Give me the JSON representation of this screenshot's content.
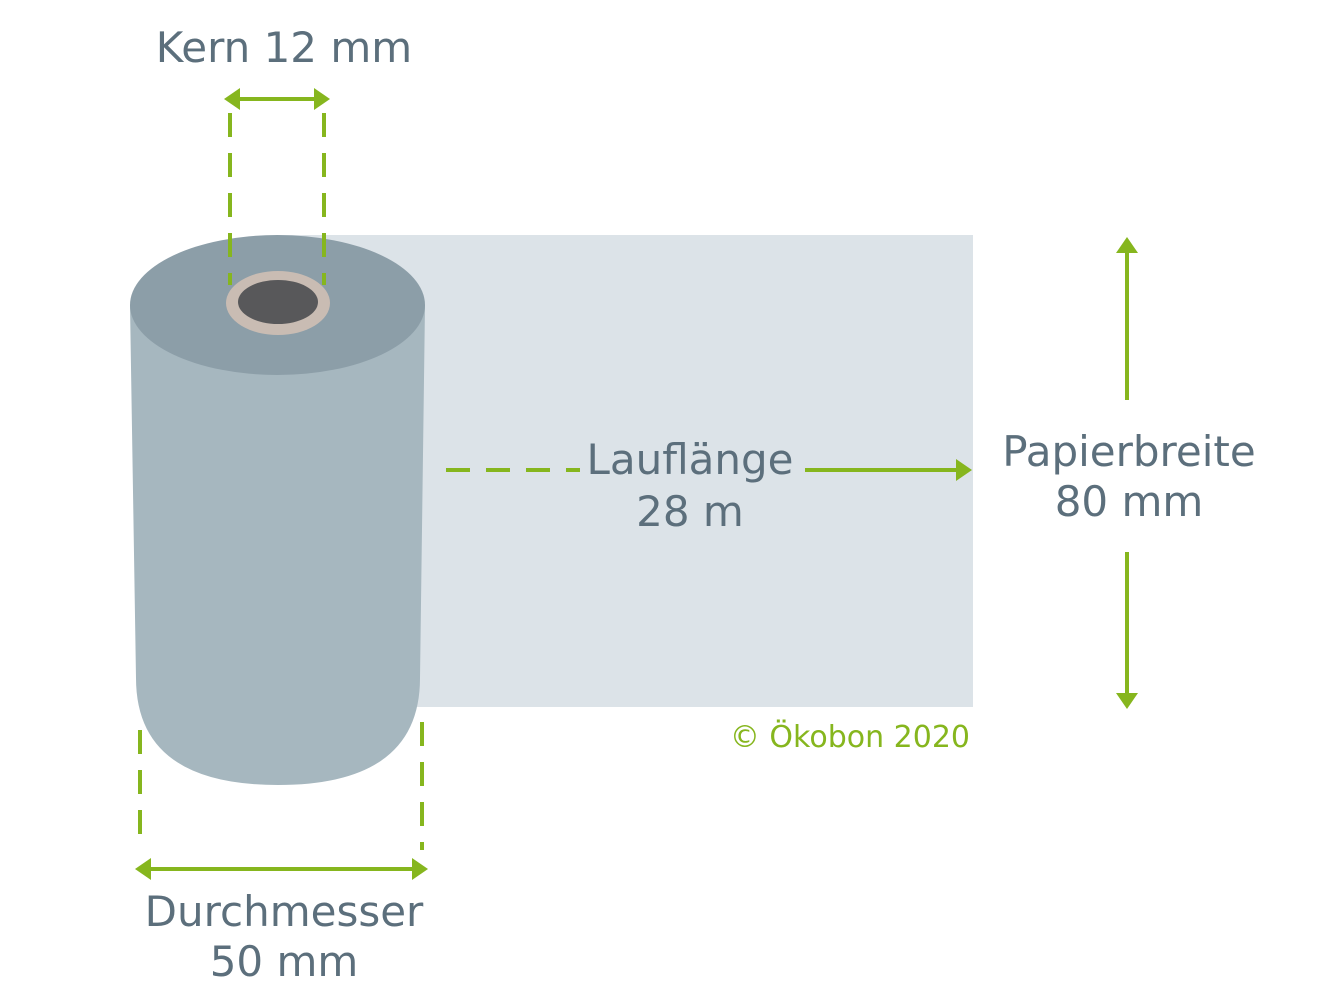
{
  "labels": {
    "core_title": "Kern 12 mm",
    "length_title": "Lauflänge",
    "length_value": "28 m",
    "width_title": "Papierbreite",
    "width_value": "80 mm",
    "diameter_title": "Durchmesser",
    "diameter_value": "50 mm",
    "copyright": "© Ökobon 2020"
  },
  "colors": {
    "accent": "#86b61e",
    "text": "#5c6f7c",
    "roll_body": "#a6b7bf",
    "roll_top": "#8c9ea8",
    "paper": "#dce3e8",
    "core_ring": "#c9bcb3",
    "core_hole": "#58585a"
  }
}
